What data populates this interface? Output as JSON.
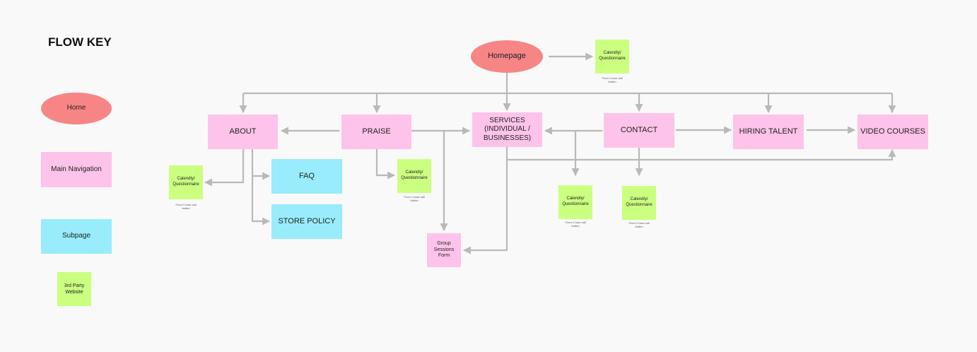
{
  "key": {
    "title": "FLOW KEY",
    "home": "Home",
    "main_navigation": "Main Navigation",
    "subpage": "Subpage",
    "third_party": "3rd Party\nWebsite"
  },
  "nodes": {
    "homepage": "Homepage",
    "about": "ABOUT",
    "praise": "PRAISE",
    "services": "SERVICES\n(INDIVIDUAL /\nBUSINESSES)",
    "contact": "CONTACT",
    "hiring_talent": "HIRING TALENT",
    "video_courses": "VIDEO COURSES",
    "faq": "FAQ",
    "store_policy": "STORE POLICY",
    "group_sessions": "Group\nSessions\nForm"
  },
  "calendly": {
    "label": "Calendly/\nQuestionnaire",
    "note": "From 1-hour call\nbutton"
  },
  "colors": {
    "home": "#f78585",
    "main_navigation": "#fec3ea",
    "subpage": "#98ecfb",
    "third_party": "#cbff80",
    "connector": "#b9b9b9"
  }
}
